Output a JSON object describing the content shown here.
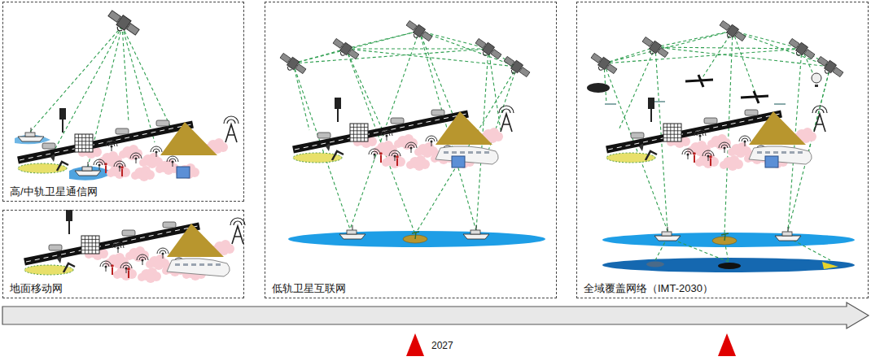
{
  "diagram": {
    "nodes": [
      {
        "text": [
          "高/中轨卫星通信网"
        ]
      },
      {
        "text": [
          "地面移动网"
        ]
      },
      {
        "text": [
          "低轨卫星互联网"
        ]
      },
      {
        "text": [
          "全域覆盖网络（IMT-2030）"
        ]
      }
    ],
    "labels": [
      "2027"
    ]
  }
}
